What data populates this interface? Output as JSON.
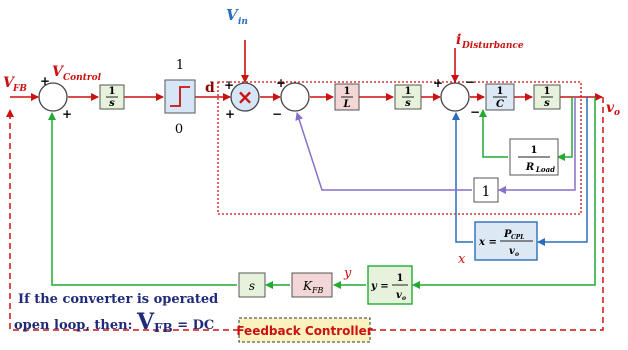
{
  "colors": {
    "red": "#cc1111",
    "blue": "#2a6ebb",
    "green": "#22aa33",
    "purple": "#8a6fc9",
    "box_green": "#e6f2dc",
    "box_pink": "#f3d6d6",
    "box_blue": "#dde8f5",
    "sat_fill": "#d7e6f7",
    "feedback_fill": "#fbf2c0",
    "dark_red": "#8b0000",
    "navy": "#1f2a7a"
  },
  "signals": {
    "vfb": "V",
    "vfb_sub": "FB",
    "vcontrol": "V",
    "vcontrol_sub": "Control",
    "vin": "V",
    "vin_sub": "in",
    "d": "d",
    "idist": "i",
    "idist_sub": "Disturbance",
    "vo": "v",
    "vo_sub": "o",
    "x": "x",
    "y": "y"
  },
  "signs": {
    "s1_top": "+",
    "s1_bottom": "+",
    "mult_left": "+",
    "mult_bottom": "+",
    "s2_top": "+",
    "s2_bottom": "−",
    "s3_left": "+",
    "s3_top": "−",
    "s3_bottom": "−"
  },
  "blocks": {
    "integrator1_num": "1",
    "integrator1_den": "s",
    "sat_top": "1",
    "sat_bottom": "0",
    "inductor_num": "1",
    "inductor_den": "L",
    "integrator2_num": "1",
    "integrator2_den": "s",
    "cap_num": "1",
    "cap_den": "C",
    "integrator3_num": "1",
    "integrator3_den": "s",
    "rload_num": "1",
    "rload_den": "R",
    "rload_sub": "Load",
    "unity": "1",
    "cpl_lhs": "x =",
    "cpl_num": "P",
    "cpl_num_sub": "CPL",
    "cpl_den": "v",
    "cpl_den_sub": "o",
    "recip_lhs": "y =",
    "recip_num": "1",
    "recip_den": "v",
    "recip_den_sub": "o",
    "kfb": "K",
    "kfb_sub": "FB",
    "s_block": "s",
    "multiplier": "×"
  },
  "feedback_controller_label": "Feedback Controller",
  "note": {
    "line1": "If the converter is operated",
    "line2_prefix": "open loop, then: ",
    "line2_v": "V",
    "line2_sub": "FB",
    "line2_suffix": " = DC"
  }
}
